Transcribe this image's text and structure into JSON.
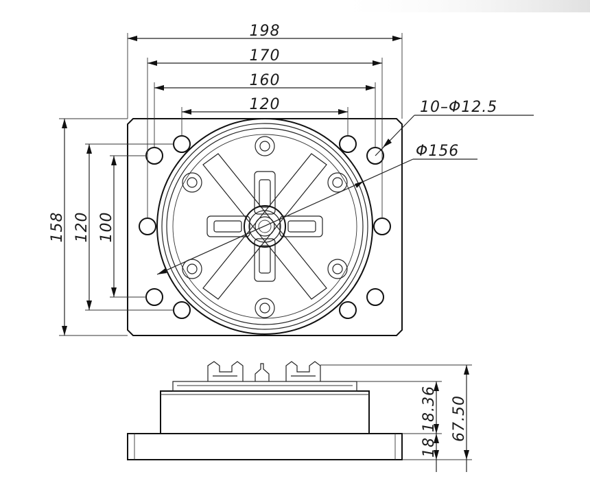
{
  "top_view": {
    "dims": {
      "width_198": "198",
      "width_170": "170",
      "width_160": "160",
      "width_120": "120",
      "height_158": "158",
      "height_120": "120",
      "height_100": "100",
      "holes": "10–Φ12.5",
      "diameter": "Φ156"
    }
  },
  "side_view": {
    "dims": {
      "total_height": "67.50",
      "body_height": "18.36",
      "base_height": "18"
    }
  }
}
